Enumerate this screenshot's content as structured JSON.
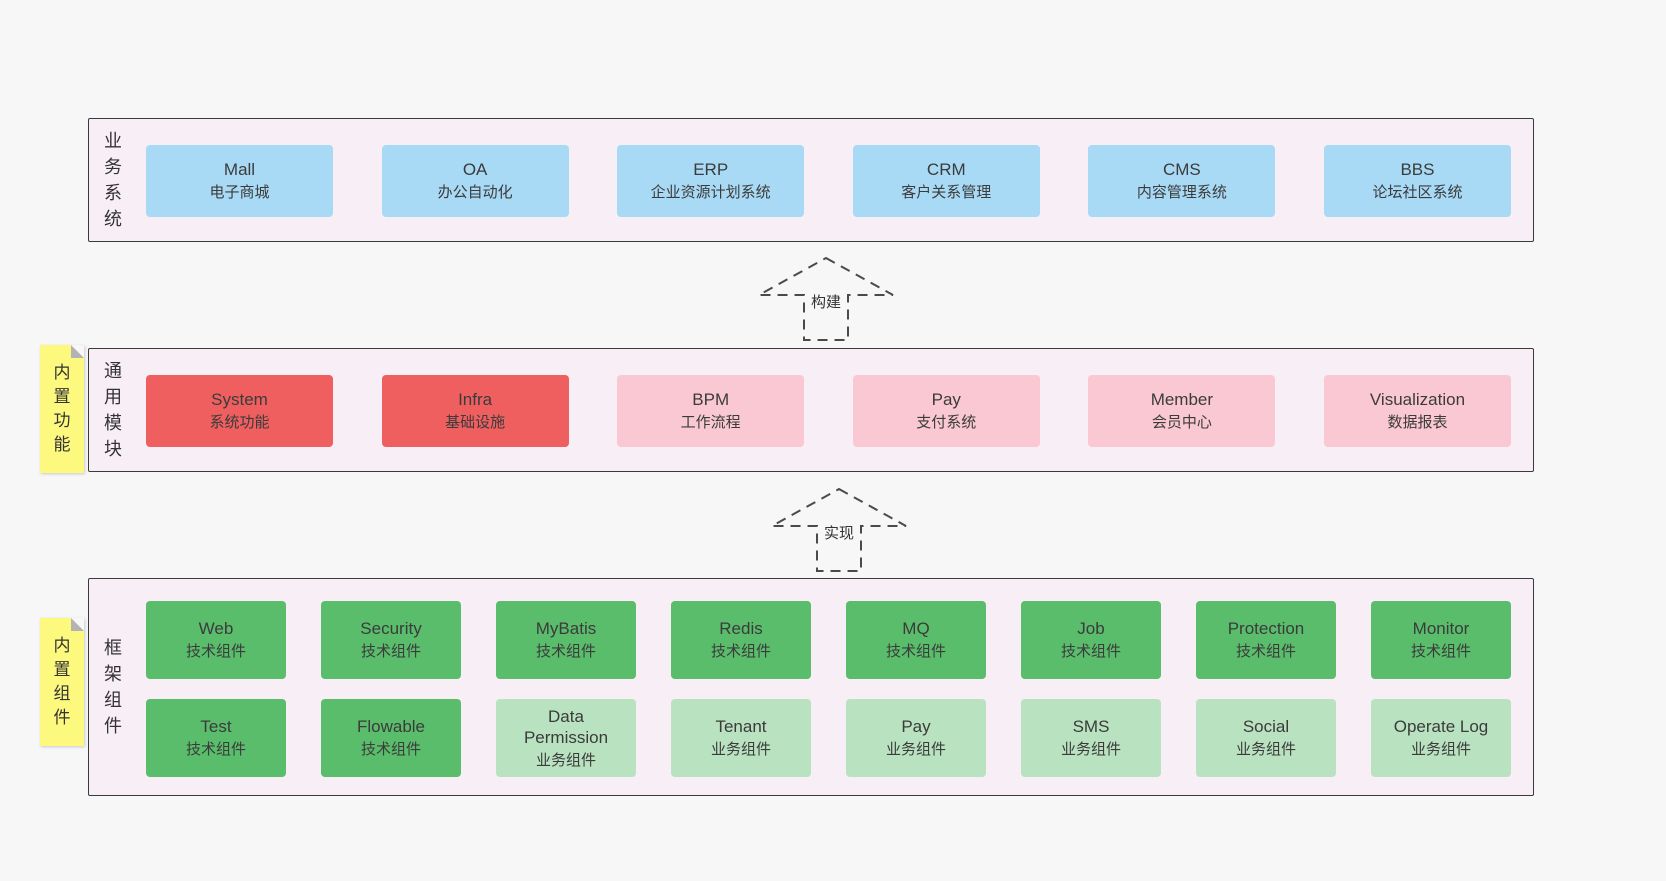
{
  "colors": {
    "page_bg": "#f7f7f7",
    "layer_bg": "#f8eef6",
    "layer_border": "#3a3a3a",
    "blue": "#a8daf5",
    "red": "#ef5f5f",
    "pink": "#f9c8d2",
    "green_dark": "#5abd6c",
    "green_light": "#b9e2c0",
    "sticky": "#fdf97e"
  },
  "layers": [
    {
      "side_label": "业务系统",
      "boxes": [
        {
          "title": "Mall",
          "subtitle": "电子商城"
        },
        {
          "title": "OA",
          "subtitle": "办公自动化"
        },
        {
          "title": "ERP",
          "subtitle": "企业资源计划系统"
        },
        {
          "title": "CRM",
          "subtitle": "客户关系管理"
        },
        {
          "title": "CMS",
          "subtitle": "内容管理系统"
        },
        {
          "title": "BBS",
          "subtitle": "论坛社区系统"
        }
      ]
    },
    {
      "side_label": "通用模块",
      "sticky": "内置功能",
      "boxes": [
        {
          "title": "System",
          "subtitle": "系统功能"
        },
        {
          "title": "Infra",
          "subtitle": "基础设施"
        },
        {
          "title": "BPM",
          "subtitle": "工作流程"
        },
        {
          "title": "Pay",
          "subtitle": "支付系统"
        },
        {
          "title": "Member",
          "subtitle": "会员中心"
        },
        {
          "title": "Visualization",
          "subtitle": "数据报表"
        }
      ]
    },
    {
      "side_label": "框架组件",
      "sticky": "内置组件",
      "rows": [
        [
          {
            "title": "Web",
            "subtitle": "技术组件"
          },
          {
            "title": "Security",
            "subtitle": "技术组件"
          },
          {
            "title": "MyBatis",
            "subtitle": "技术组件"
          },
          {
            "title": "Redis",
            "subtitle": "技术组件"
          },
          {
            "title": "MQ",
            "subtitle": "技术组件"
          },
          {
            "title": "Job",
            "subtitle": "技术组件"
          },
          {
            "title": "Protection",
            "subtitle": "技术组件"
          },
          {
            "title": "Monitor",
            "subtitle": "技术组件"
          }
        ],
        [
          {
            "title": "Test",
            "subtitle": "技术组件"
          },
          {
            "title": "Flowable",
            "subtitle": "技术组件"
          },
          {
            "title": "Data Permission",
            "subtitle": "业务组件"
          },
          {
            "title": "Tenant",
            "subtitle": "业务组件"
          },
          {
            "title": "Pay",
            "subtitle": "业务组件"
          },
          {
            "title": "SMS",
            "subtitle": "业务组件"
          },
          {
            "title": "Social",
            "subtitle": "业务组件"
          },
          {
            "title": "Operate Log",
            "subtitle": "业务组件"
          }
        ]
      ]
    }
  ],
  "arrows": [
    {
      "label": "构建"
    },
    {
      "label": "实现"
    }
  ]
}
